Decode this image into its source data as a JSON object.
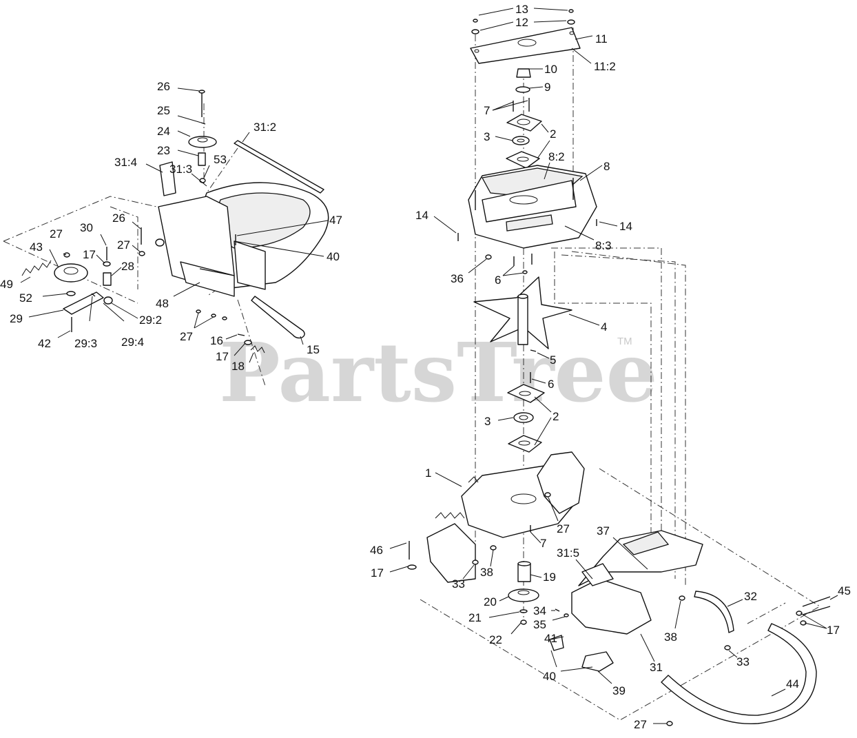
{
  "watermark": {
    "brand": "PartsTree",
    "trademark": "TM"
  },
  "callouts": [
    {
      "id": "c13",
      "label": "13"
    },
    {
      "id": "c12",
      "label": "12"
    },
    {
      "id": "c11",
      "label": "11"
    },
    {
      "id": "c11_2",
      "label": "11:2"
    },
    {
      "id": "c10",
      "label": "10"
    },
    {
      "id": "c9",
      "label": "9"
    },
    {
      "id": "c7a",
      "label": "7"
    },
    {
      "id": "c2a",
      "label": "2"
    },
    {
      "id": "c3a",
      "label": "3"
    },
    {
      "id": "c8_2",
      "label": "8:2"
    },
    {
      "id": "c8",
      "label": "8"
    },
    {
      "id": "c14a",
      "label": "14"
    },
    {
      "id": "c14b",
      "label": "14"
    },
    {
      "id": "c8_3",
      "label": "8:3"
    },
    {
      "id": "c36",
      "label": "36"
    },
    {
      "id": "c6a",
      "label": "6"
    },
    {
      "id": "c4",
      "label": "4"
    },
    {
      "id": "c5",
      "label": "5"
    },
    {
      "id": "c6b",
      "label": "6"
    },
    {
      "id": "c2b",
      "label": "2"
    },
    {
      "id": "c3b",
      "label": "3"
    },
    {
      "id": "c1",
      "label": "1"
    },
    {
      "id": "c27a",
      "label": "27"
    },
    {
      "id": "c7b",
      "label": "7"
    },
    {
      "id": "c46",
      "label": "46"
    },
    {
      "id": "c17a",
      "label": "17"
    },
    {
      "id": "c33a",
      "label": "33"
    },
    {
      "id": "c38a",
      "label": "38"
    },
    {
      "id": "c19",
      "label": "19"
    },
    {
      "id": "c37",
      "label": "37"
    },
    {
      "id": "c31_5",
      "label": "31:5"
    },
    {
      "id": "c20",
      "label": "20"
    },
    {
      "id": "c21",
      "label": "21"
    },
    {
      "id": "c34",
      "label": "34"
    },
    {
      "id": "c35",
      "label": "35"
    },
    {
      "id": "c22",
      "label": "22"
    },
    {
      "id": "c41",
      "label": "41"
    },
    {
      "id": "c40a",
      "label": "40"
    },
    {
      "id": "c39",
      "label": "39"
    },
    {
      "id": "c31",
      "label": "31"
    },
    {
      "id": "c38b",
      "label": "38"
    },
    {
      "id": "c32",
      "label": "32"
    },
    {
      "id": "c33b",
      "label": "33"
    },
    {
      "id": "c45",
      "label": "45"
    },
    {
      "id": "c17b",
      "label": "17"
    },
    {
      "id": "c44",
      "label": "44"
    },
    {
      "id": "c27b",
      "label": "27"
    },
    {
      "id": "c26a",
      "label": "26"
    },
    {
      "id": "c25",
      "label": "25"
    },
    {
      "id": "c24",
      "label": "24"
    },
    {
      "id": "c23",
      "label": "23"
    },
    {
      "id": "c31_2",
      "label": "31:2"
    },
    {
      "id": "c31_4",
      "label": "31:4"
    },
    {
      "id": "c31_3",
      "label": "31:3"
    },
    {
      "id": "c53",
      "label": "53"
    },
    {
      "id": "c47",
      "label": "47"
    },
    {
      "id": "c40b",
      "label": "40"
    },
    {
      "id": "c26b",
      "label": "26"
    },
    {
      "id": "c30",
      "label": "30"
    },
    {
      "id": "c27c",
      "label": "27"
    },
    {
      "id": "c27d",
      "label": "27"
    },
    {
      "id": "c43",
      "label": "43"
    },
    {
      "id": "c17c",
      "label": "17"
    },
    {
      "id": "c28",
      "label": "28"
    },
    {
      "id": "c49",
      "label": "49"
    },
    {
      "id": "c52",
      "label": "52"
    },
    {
      "id": "c48",
      "label": "48"
    },
    {
      "id": "c29",
      "label": "29"
    },
    {
      "id": "c29_2",
      "label": "29:2"
    },
    {
      "id": "c42",
      "label": "42"
    },
    {
      "id": "c29_3",
      "label": "29:3"
    },
    {
      "id": "c29_4",
      "label": "29:4"
    },
    {
      "id": "c27e",
      "label": "27"
    },
    {
      "id": "c16",
      "label": "16"
    },
    {
      "id": "c17d",
      "label": "17"
    },
    {
      "id": "c18",
      "label": "18"
    },
    {
      "id": "c15",
      "label": "15"
    }
  ]
}
